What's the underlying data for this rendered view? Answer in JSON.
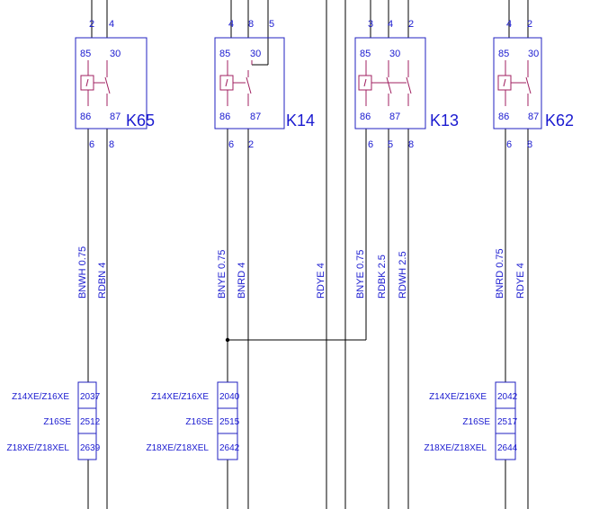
{
  "relays": [
    {
      "id": "K65",
      "top_pins": [
        "2",
        "4"
      ],
      "bottom_pins": [
        "6",
        "8"
      ],
      "inner": [
        "85",
        "30",
        "86",
        "87"
      ]
    },
    {
      "id": "K14",
      "top_pins": [
        "4",
        "8",
        "5"
      ],
      "bottom_pins": [
        "6",
        "2"
      ],
      "inner": [
        "85",
        "30",
        "86",
        "87"
      ]
    },
    {
      "id": "K13",
      "top_pins": [
        "3",
        "4",
        "2"
      ],
      "bottom_pins": [
        "6",
        "5",
        "8"
      ],
      "inner": [
        "85",
        "30",
        "86",
        "87"
      ]
    },
    {
      "id": "K62",
      "top_pins": [
        "4",
        "2"
      ],
      "bottom_pins": [
        "6",
        "8"
      ],
      "inner": [
        "85",
        "30",
        "86",
        "87"
      ]
    }
  ],
  "wire_labels": [
    "BNWH 0.75",
    "RDBN 4",
    "BNYE 0.75",
    "BNRD 4",
    "RDYE 4",
    "BNYE 0.75",
    "RDBK 2.5",
    "RDWH 2.5",
    "BNRD 0.75",
    "RDYE 4"
  ],
  "connectors": [
    {
      "rows": [
        {
          "variant": "Z14XE/Z16XE",
          "code": "2037"
        },
        {
          "variant": "Z16SE",
          "code": "2512"
        },
        {
          "variant": "Z18XE/Z18XEL",
          "code": "2639"
        }
      ]
    },
    {
      "rows": [
        {
          "variant": "Z14XE/Z16XE",
          "code": "2040"
        },
        {
          "variant": "Z16SE",
          "code": "2515"
        },
        {
          "variant": "Z18XE/Z18XEL",
          "code": "2642"
        }
      ]
    },
    {
      "rows": [
        {
          "variant": "Z14XE/Z16XE",
          "code": "2042"
        },
        {
          "variant": "Z16SE",
          "code": "2517"
        },
        {
          "variant": "Z18XE/Z18XEL",
          "code": "2644"
        }
      ]
    }
  ],
  "colors": {
    "label_blue": "#1a1ad0",
    "box_blue": "#2020c0",
    "coil": "#a02060",
    "wire": "#000000"
  }
}
